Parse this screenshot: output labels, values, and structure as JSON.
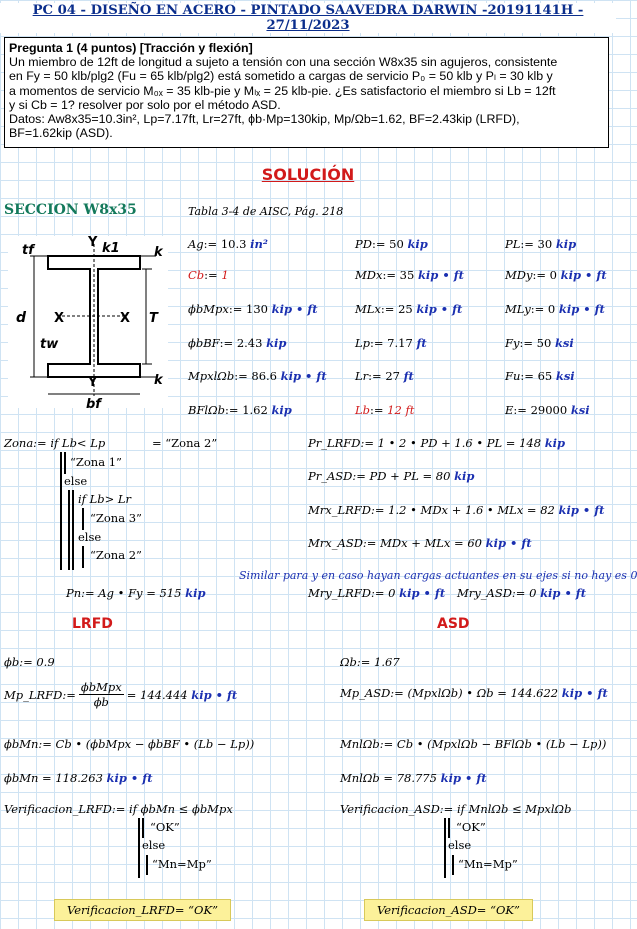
{
  "header": "PC 04 - DISEÑO EN ACERO - PINTADO SAAVEDRA DARWIN -20191141H - 27/11/2023",
  "problem": {
    "lines": [
      "Pregunta 1 (4 puntos) [Tracción y flexión]",
      "Un miembro de 12ft de longitud a sujeto a tensión con una sección W8x35 sin agujeros, consistente",
      "en Fy = 50 klb/plg2 (Fu = 65 klb/plg2) está sometido a cargas de servicio P₀ = 50 klb y Pₗ = 30 klb y",
      "a momentos de servicio M₀ₓ = 35 klb-pie y Mₗₓ = 25 klb-pie. ¿Es satisfactorio el miembro si Lb = 12ft",
      "y si Cb = 1? resolver por solo por el método ASD.",
      "Datos:  Aw8x35=10.3in², Lp=7.17ft, Lr=27ft, ϕb·Mp=130kip, Mp/Ωb=1.62, BF=2.43kip (LRFD),",
      "BF=1.62kip (ASD)."
    ]
  },
  "solution_title": "SOLUCIÓN",
  "section_title": "SECCION W8x35",
  "table_ref": "Tabla 3-4 de AISC, Pág. 218",
  "diagram_labels": {
    "tf": "tf",
    "Y": "Y",
    "k1": "k1",
    "k": "k",
    "d": "d",
    "X": "X",
    "T": "T",
    "tw": "tw",
    "bf": "bf"
  },
  "given": {
    "ag": {
      "lhs": "Ag",
      "val": "10.3",
      "unit": "in²"
    },
    "cb": {
      "lhs": "Cb",
      "val": "1"
    },
    "phibmpx": {
      "lhs": "ϕbMpx",
      "val": "130",
      "unit": "kip • ft"
    },
    "phibbf": {
      "lhs": "ϕbBF",
      "val": "2.43",
      "unit": "kip"
    },
    "mpxlob": {
      "lhs": "MpxlΩb",
      "val": "86.6",
      "unit": "kip • ft"
    },
    "bflob": {
      "lhs": "BFlΩb",
      "val": "1.62",
      "unit": "kip"
    },
    "pd": {
      "lhs": "PD",
      "val": "50",
      "unit": "kip"
    },
    "mdx": {
      "lhs": "MDx",
      "val": "35",
      "unit": "kip • ft"
    },
    "mlx": {
      "lhs": "MLx",
      "val": "25",
      "unit": "kip • ft"
    },
    "lp": {
      "lhs": "Lp",
      "val": "7.17",
      "unit": "ft"
    },
    "lr": {
      "lhs": "Lr",
      "val": "27",
      "unit": "ft"
    },
    "lb": {
      "lhs": "Lb",
      "val": "12",
      "unit": "ft"
    },
    "pl": {
      "lhs": "PL",
      "val": "30",
      "unit": "kip"
    },
    "mdy": {
      "lhs": "MDy",
      "val": "0",
      "unit": "kip • ft"
    },
    "mly": {
      "lhs": "MLy",
      "val": "0",
      "unit": "kip • ft"
    },
    "fy": {
      "lhs": "Fy",
      "val": "50",
      "unit": "ksi"
    },
    "fu": {
      "lhs": "Fu",
      "val": "65",
      "unit": "ksi"
    },
    "e": {
      "lhs": "E",
      "val": "29000",
      "unit": "ksi"
    }
  },
  "zona": {
    "head": "Zona:= if  Lb< Lp",
    "result": "= “Zona 2”",
    "z1": "“Zona 1”",
    "else1": "else",
    "if2": "if  Lb> Lr",
    "z3": "“Zona 3”",
    "else2": "else",
    "z2": "“Zona 2”"
  },
  "pn": {
    "expr": "Pn:= Ag • Fy = 515",
    "unit": "kip"
  },
  "calc": {
    "pr_lrfd": {
      "expr": "Pr_LRFD:= 1 • 2 • PD + 1.6 • PL = 148",
      "unit": "kip"
    },
    "pr_asd": {
      "expr": "Pr_ASD:= PD + PL = 80",
      "unit": "kip"
    },
    "mrx_lrfd": {
      "expr": "Mrx_LRFD:= 1.2 • MDx + 1.6 • MLx = 82",
      "unit": "kip • ft"
    },
    "mrx_asd": {
      "expr": "Mrx_ASD:= MDx + MLx = 60",
      "unit": "kip • ft"
    },
    "note": "Similar para y en caso hayan cargas actuantes en su ejes si no hay es 0",
    "mry_lrfd": {
      "expr": "Mry_LRFD:= 0",
      "unit": "kip • ft"
    },
    "mry_asd": {
      "expr": "Mry_ASD:= 0",
      "unit": "kip • ft"
    }
  },
  "lrfd": {
    "title": "LRFD",
    "phib": "ϕb:= 0.9",
    "mp": {
      "lhs": "Mp_LRFD:=",
      "num": "ϕbMpx",
      "den": "ϕb",
      "rhs": "= 144.444",
      "unit": "kip • ft"
    },
    "phibmn_def": "ϕbMn:= Cb • (ϕbMpx − ϕbBF • (Lb − Lp))",
    "phibmn_val": {
      "expr": "ϕbMn = 118.263",
      "unit": "kip • ft"
    },
    "ver": {
      "head": "Verificacion_LRFD:= if  ϕbMn ≤ ϕbMpx",
      "ok": "“OK”",
      "else": "else",
      "mn": "“Mn=Mp”"
    },
    "result": "Verificacion_LRFD= “OK”"
  },
  "asd": {
    "title": "ASD",
    "omega": "Ωb:= 1.67",
    "mp": {
      "expr": "Mp_ASD:= (MpxlΩb) • Ωb = 144.622",
      "unit": "kip • ft"
    },
    "mnlob_def": "MnlΩb:= Cb • (MpxlΩb − BFlΩb • (Lb − Lp))",
    "mnlob_val": {
      "expr": "MnlΩb = 78.775",
      "unit": "kip • ft"
    },
    "ver": {
      "head": "Verificacion_ASD:= if  MnlΩb ≤ MpxlΩb",
      "ok": "“OK”",
      "else": "else",
      "mn": "“Mn=Mp”"
    },
    "result": "Verificacion_ASD= “OK”"
  }
}
